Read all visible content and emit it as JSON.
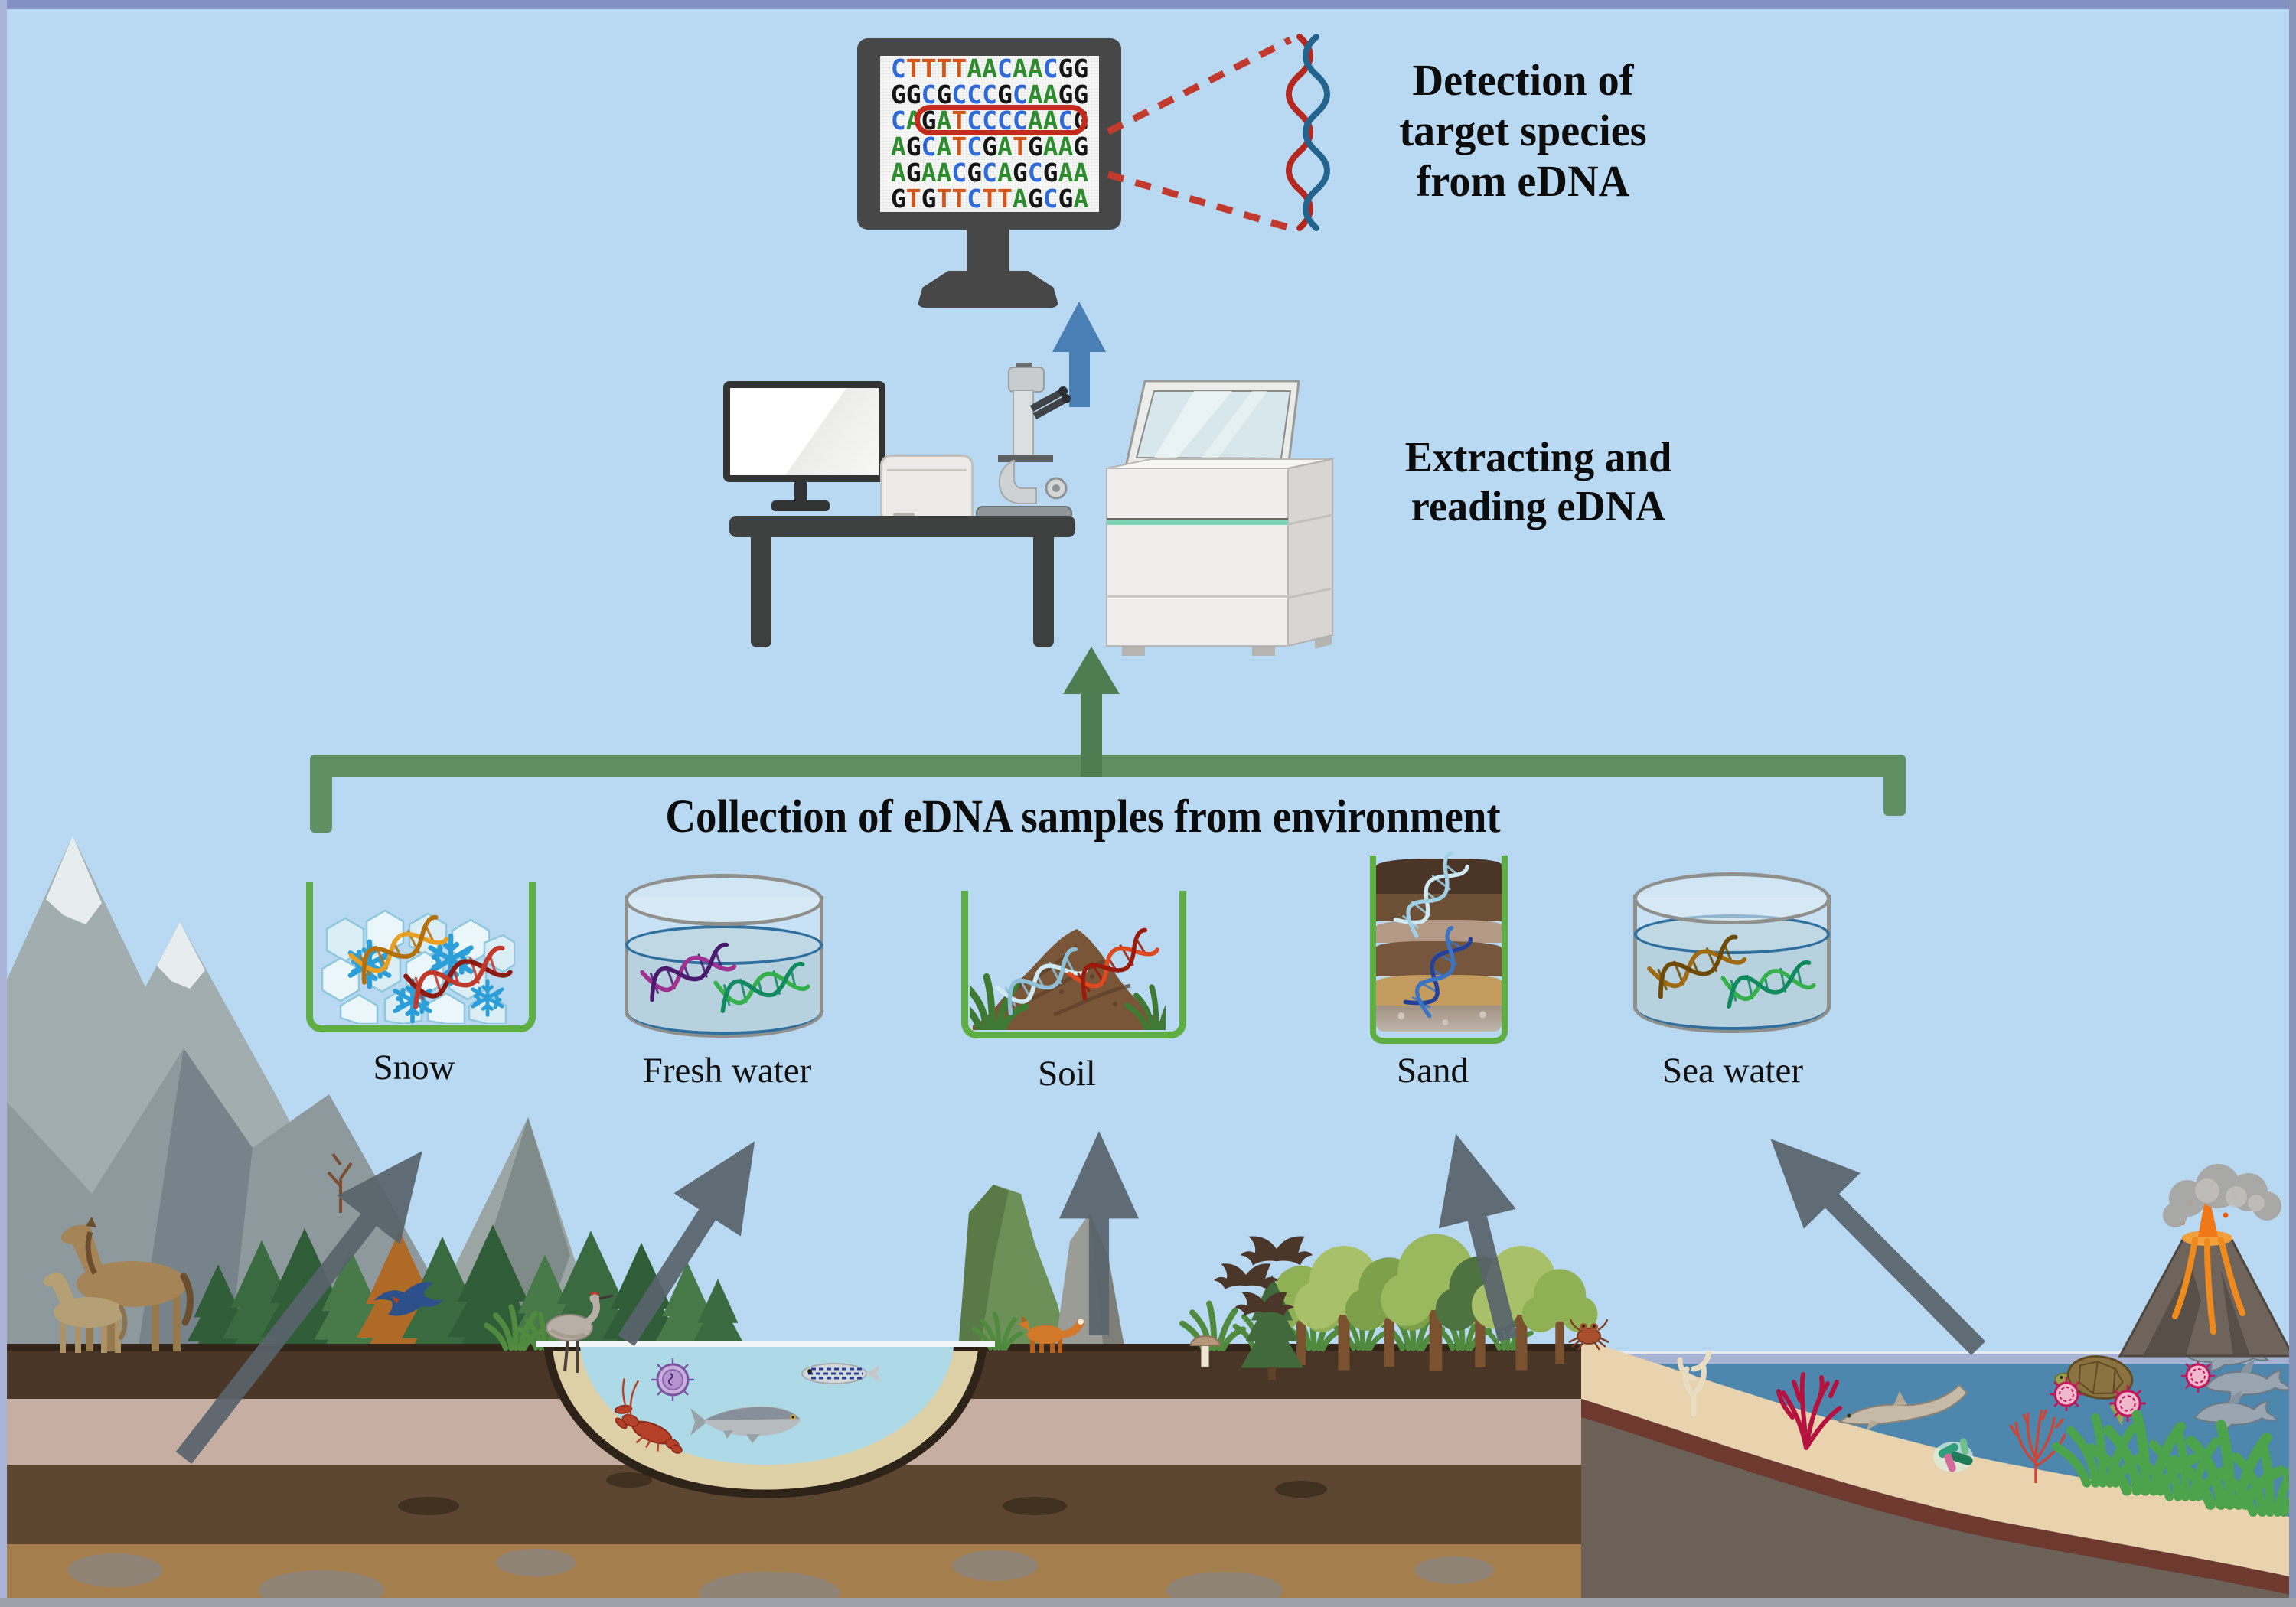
{
  "scene": {
    "detection_label": "Detection of\ntarget species\nfrom eDNA",
    "extraction_label": "Extracting and\nreading eDNA",
    "collection_title": "Collection of eDNA samples from environment",
    "samples": [
      {
        "label": "Snow"
      },
      {
        "label": "Fresh water"
      },
      {
        "label": "Soil"
      },
      {
        "label": "Sand"
      },
      {
        "label": "Sea water"
      }
    ]
  },
  "monitor": {
    "rows": [
      "CTTTTAACAACGG",
      "GGCGCCCGCAAGG",
      "CAGATCCCCAACG",
      "AGCATCGATGAAG",
      "AGAACGCAGCGAA",
      "GTGTTCTTAGCGA"
    ],
    "base_colors": {
      "A": "#2e8b2e",
      "C": "#2f6bd8",
      "G": "#151515",
      "T": "#d4561a"
    },
    "highlight": {
      "row": 2,
      "start": 2,
      "length": 10
    }
  },
  "colors": {
    "sky": "#b9d9f2",
    "arrow_gray": "#59636b",
    "arrow_blue": "#4a7fb5",
    "arrow_green": "#4e7d52",
    "bracket_green": "#618f64",
    "sample_green": "#5fae43",
    "highlight_red": "#c42b1c",
    "dashed_red": "#c13a2d",
    "helix_red": "#b5281f",
    "helix_blue": "#23648f",
    "ocean_blue": "#4d87ad"
  }
}
